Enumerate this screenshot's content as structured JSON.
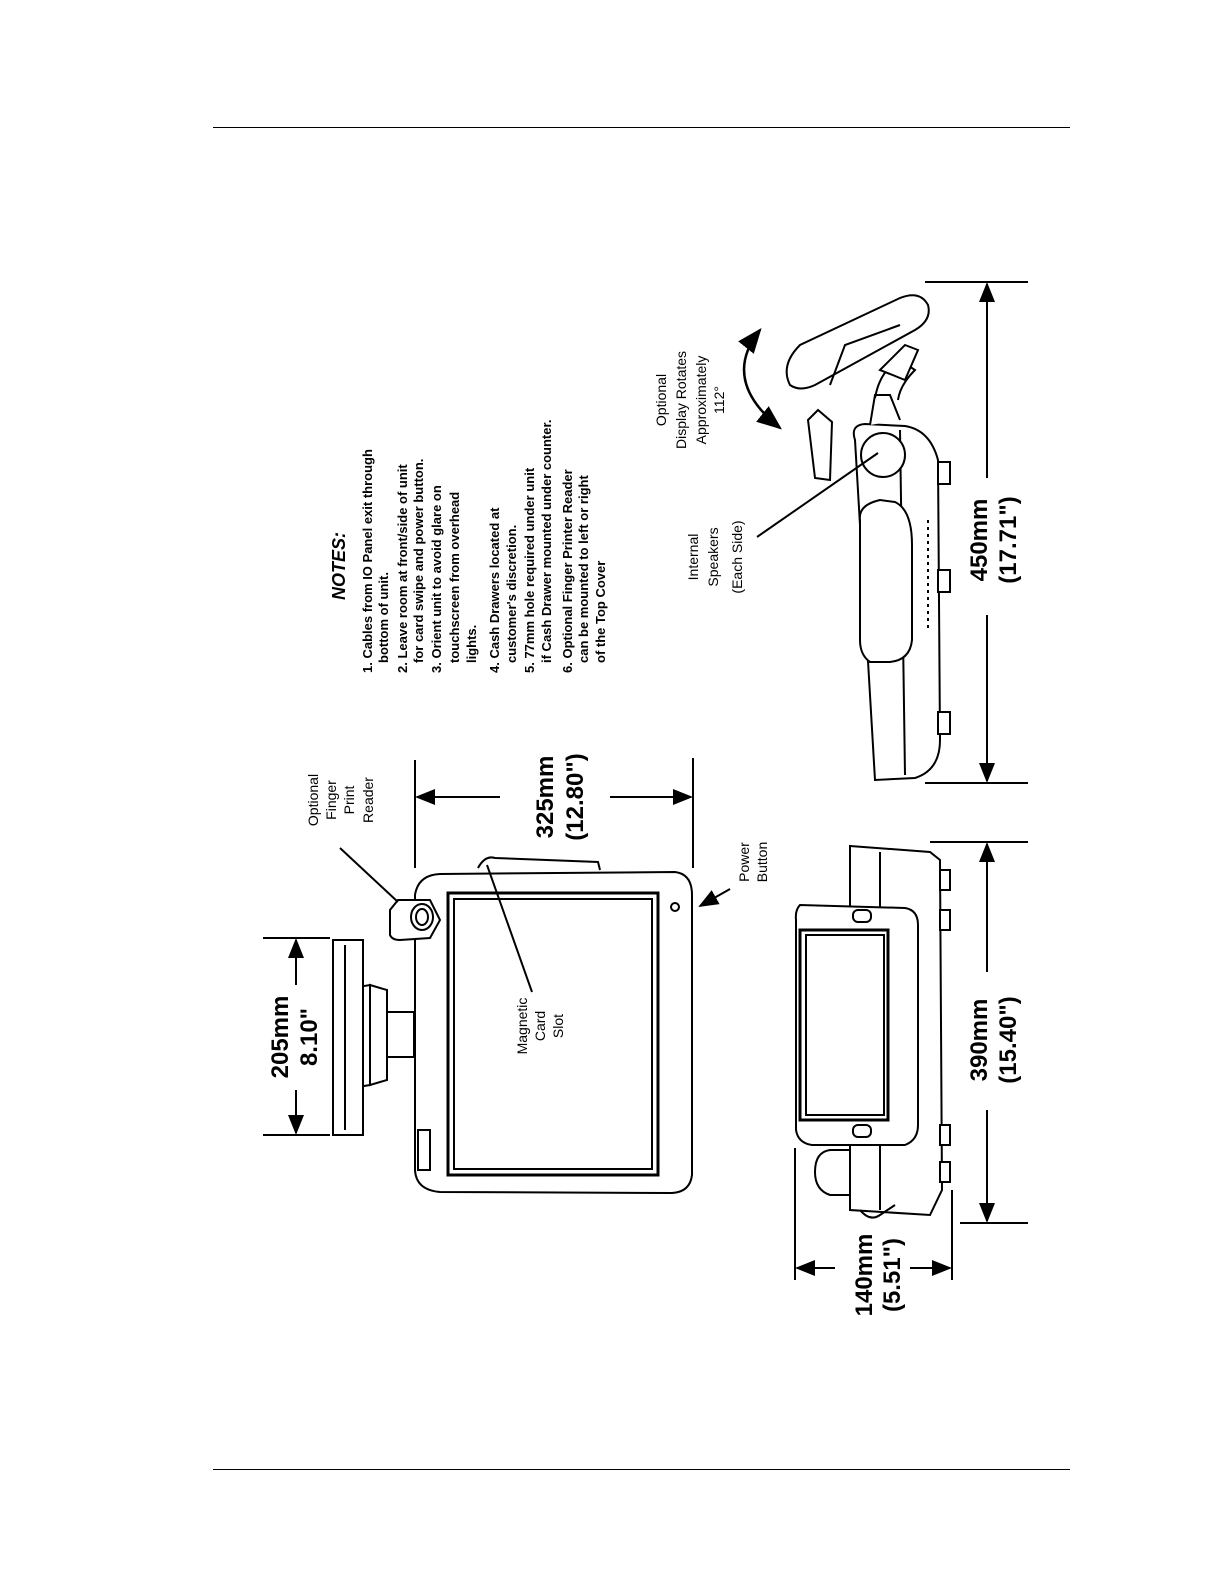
{
  "notes": {
    "title": "NOTES:",
    "lines": [
      "1. Cables from IO Panel exit through",
      "bottom of unit.",
      "2. Leave room at front/side of unit",
      "for card swipe and power button.",
      "3. Orient unit to avoid glare on",
      "touchscreen from overhead",
      "lights.",
      "4. Cash Drawers located at",
      "customer's discretion.",
      "5. 77mm hole required under unit",
      "if Cash Drawer mounted under counter.",
      "6. Optional Finger Printer Reader",
      "can be mounted to left or right",
      "of the Top Cover"
    ]
  },
  "callouts": {
    "finger_print": [
      "Optional",
      "Finger",
      "Print",
      "Reader"
    ],
    "magnetic_card": [
      "Magnetic",
      "Card",
      "Slot"
    ],
    "power_button": [
      "Power",
      "Button"
    ],
    "speakers": [
      "Internal",
      "Speakers",
      "(Each Side)"
    ],
    "display_rotates": [
      "Optional",
      "Display Rotates",
      "Approximately",
      "112°"
    ]
  },
  "dimensions": {
    "depth_205": [
      "205mm",
      "8.10\""
    ],
    "height_325": [
      "325mm",
      "(12.80\")"
    ],
    "width_450": [
      "450mm",
      "(17.71\")"
    ],
    "width_390": [
      "390mm",
      "(15.40\")"
    ],
    "height_140": [
      "140mm",
      "(5.51\")"
    ]
  }
}
